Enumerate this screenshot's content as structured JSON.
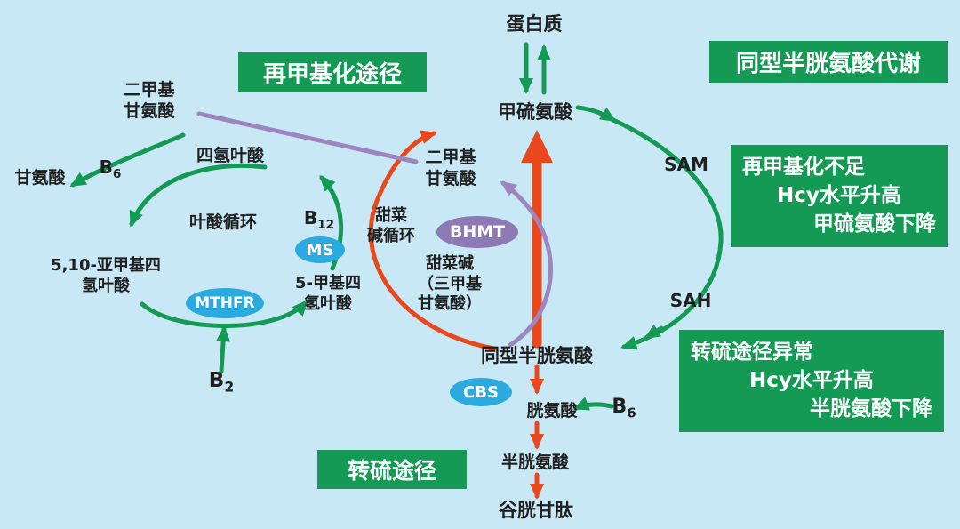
{
  "colors": {
    "background": "#c9e8f6",
    "green": "#149a54",
    "red": "#e8481c",
    "purple": "#9d86c0",
    "blue": "#2aaade",
    "enzyme_purple": "#8d79b4",
    "text": "#1f1f1f"
  },
  "header": {
    "title": "同型半胱氨酸代谢",
    "remethylation_label": "再甲基化途径",
    "transsulfuration_label": "转硫途径"
  },
  "info_boxes": {
    "remethylation_deficiency": {
      "lines": [
        "再甲基化不足",
        "Hcy水平升高",
        "甲硫氨酸下降"
      ]
    },
    "transsulfuration_abnormal": {
      "lines": [
        "转硫途径异常",
        "Hcy水平升高",
        "半胱氨酸下降"
      ]
    }
  },
  "metabolites": {
    "protein": "蛋白质",
    "methionine": "甲硫氨酸",
    "sam": "SAM",
    "sah": "SAH",
    "homocysteine": "同型半胱氨酸",
    "cystathionine": "胱氨酸",
    "cysteine": "半胱氨酸",
    "glutathione": "谷胱甘肽",
    "glycine": "甘氨酸",
    "thf": "四氢叶酸",
    "methylene_thf": {
      "line1": "5,10-亚甲基四",
      "line2": "氢叶酸"
    },
    "methyl_thf": {
      "line1": "5-甲基四",
      "line2": "氢叶酸"
    },
    "dmg_top": {
      "line1": "二甲基",
      "line2": "甘氨酸"
    },
    "dmg_center": {
      "line1": "二甲基",
      "line2": "甘氨酸"
    },
    "betaine": {
      "line1": "甜菜碱",
      "line2": "（三甲基",
      "line3": "甘氨酸）"
    }
  },
  "cycles": {
    "folate": "叶酸循环",
    "betaine": {
      "line1": "甜菜",
      "line2": "碱循环"
    }
  },
  "enzymes": {
    "ms": "MS",
    "mthfr": "MTHFR",
    "bhmt": "BHMT",
    "cbs": "CBS"
  },
  "cofactors": {
    "b6_left": {
      "base": "B",
      "sub": "6"
    },
    "b12": {
      "base": "B",
      "sub": "12"
    },
    "b2": {
      "base": "B",
      "sub": "2"
    },
    "b6_right": {
      "base": "B",
      "sub": "6"
    }
  }
}
